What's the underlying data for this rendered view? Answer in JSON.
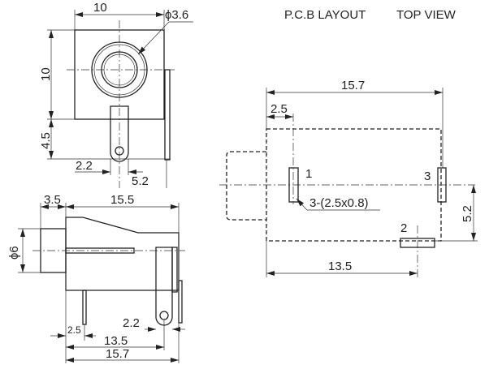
{
  "titles": {
    "pcb_layout": "P.C.B LAYOUT",
    "top_view": "TOP VIEW"
  },
  "front_view": {
    "width": "10",
    "hole_diameter": "ϕ3.6",
    "height": "10",
    "pin_drop": "4.5",
    "pin_offset_a": "2.2",
    "pin_offset_b": "5.2"
  },
  "side_view": {
    "nose_length": "3.5",
    "body_length": "15.5",
    "nose_diameter": "ϕ6",
    "pin1_offset": "2.5",
    "pin2_offset": "2.2",
    "pin2_distance": "13.5",
    "overall_length": "15.7"
  },
  "pcb": {
    "overall_length": "15.7",
    "pin1_offset": "2.5",
    "pad_1": "1",
    "pad_2": "2",
    "pad_3": "3",
    "pad_spec": "3-(2.5x0.8)",
    "pin2_vertical": "5.2",
    "pin2_distance": "13.5"
  }
}
